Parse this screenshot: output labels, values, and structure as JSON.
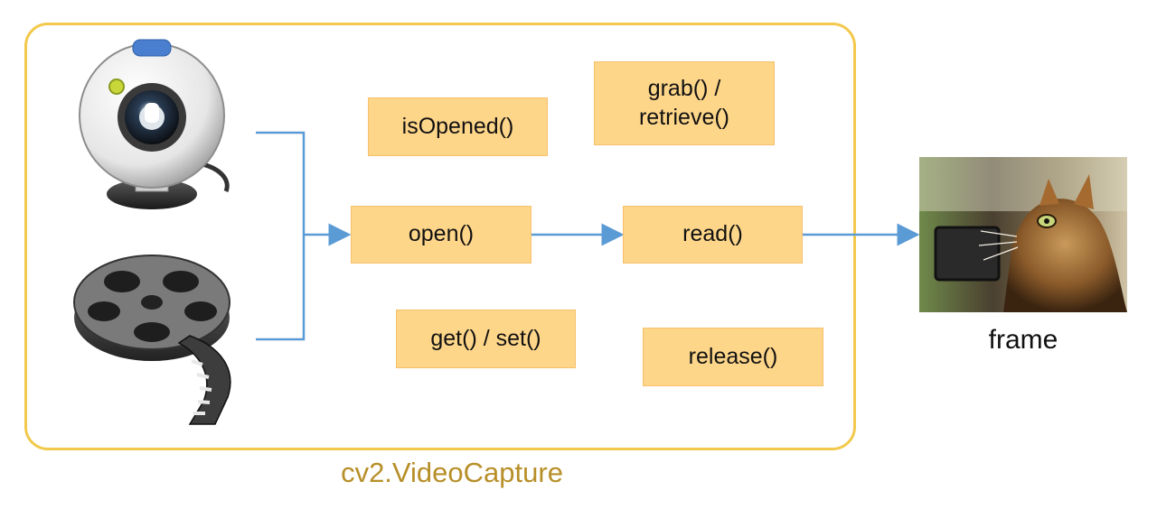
{
  "container": {
    "caption": "cv2.VideoCapture"
  },
  "functions": {
    "is_opened": "isOpened()",
    "grab_retrieve_line1": "grab() /",
    "grab_retrieve_line2": "retrieve()",
    "open": "open()",
    "read": "read()",
    "get_set": "get() / set()",
    "release": "release()"
  },
  "sources": {
    "webcam": "webcam-icon",
    "film_reel": "film-reel-icon"
  },
  "output": {
    "label": "frame",
    "image": "cat-photo"
  },
  "colors": {
    "container_border": "#f2c94c",
    "box_fill": "#fed68a",
    "box_border": "#f7c06a",
    "arrow": "#5b9bd5",
    "caption": "#b78f28"
  }
}
